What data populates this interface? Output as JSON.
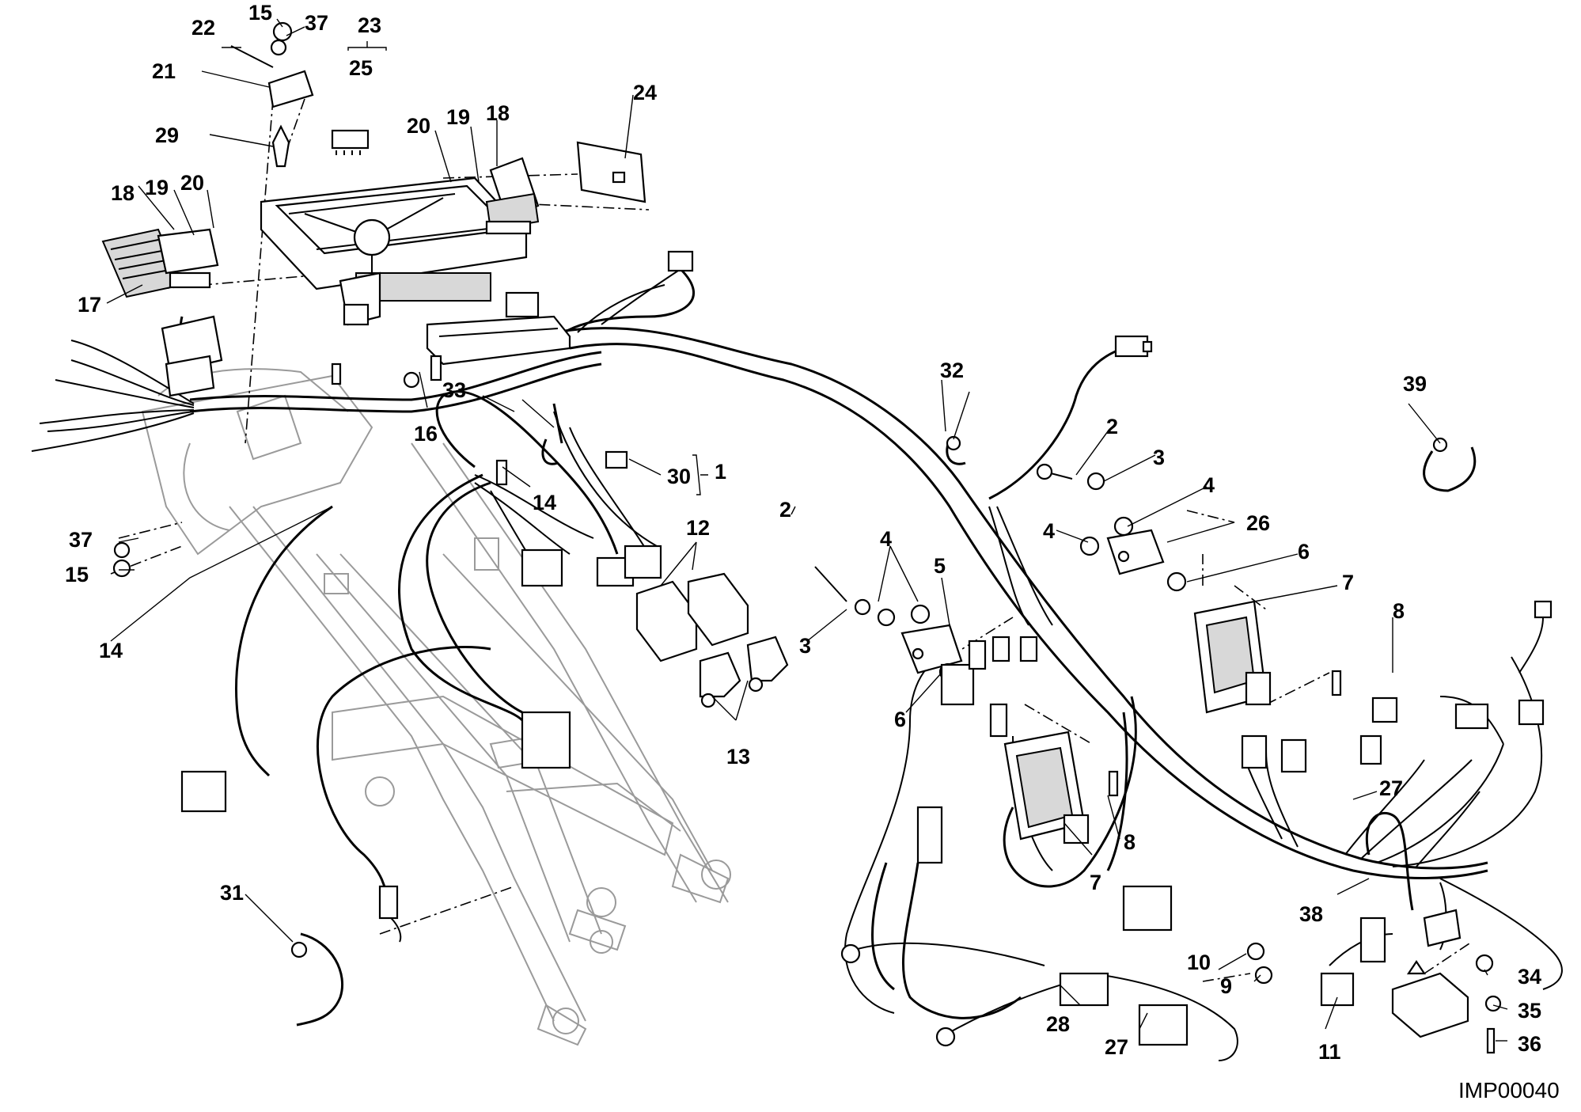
{
  "diagram": {
    "drawing_code": "IMP00040",
    "callouts": [
      "1",
      "2",
      "3",
      "4",
      "5",
      "6",
      "7",
      "8",
      "9",
      "10",
      "11",
      "12",
      "13",
      "14",
      "15",
      "16",
      "17",
      "18",
      "19",
      "20",
      "21",
      "22",
      "23",
      "24",
      "25",
      "26",
      "27",
      "28",
      "29",
      "30",
      "31",
      "32",
      "33",
      "34",
      "35",
      "36",
      "37",
      "38",
      "39"
    ]
  }
}
